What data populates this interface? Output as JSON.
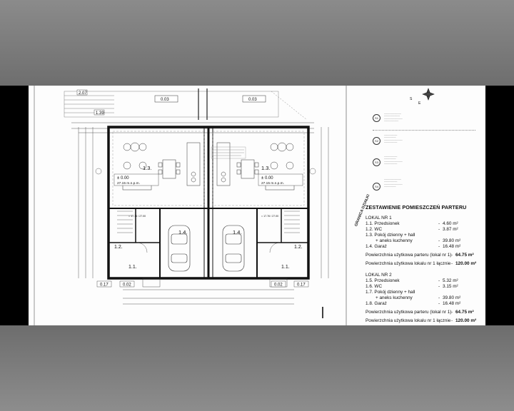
{
  "dimensions": {
    "d207": "2.07",
    "d139": "1.39",
    "d003a": "0.03",
    "d003b": "0.03",
    "d017a": "0.17",
    "d002a": "0.02",
    "d002b": "0.02",
    "d017b": "0.17"
  },
  "rooms": {
    "left_living": "1.3.",
    "right_living": "1.3.",
    "left_garage": "1.4.",
    "right_garage": "1.4.",
    "left_wc": "1.2.",
    "right_wc": "1.2.",
    "left_hall": "1.1.",
    "right_hall": "1.1.",
    "level_left": "± 0.00",
    "level_left_sub": "27.15 m.n.p.m.",
    "level_right": "± 0.00",
    "level_right_sub": "27.15 m.n.p.m.",
    "level_mid_left": "= 17.76 / 27.00",
    "level_mid_right": "= 17.76 / 27.00"
  },
  "legend": {
    "compass_s": "S",
    "compass_e": "E",
    "symbols": [
      "S1",
      "S2",
      "S3",
      "S4"
    ],
    "boundary_label": "GRANICA DZIAŁKI",
    "title": "ZESTAWIENIE POMIESZCZEŃ PARTERU",
    "lokal1": {
      "name": "LOKAL NR 1",
      "rows": [
        {
          "label": "1.1. Przedsionek",
          "value": "4.60 m²"
        },
        {
          "label": "1.2. WC",
          "value": "3.87 m²"
        },
        {
          "label": "1.3. Pokój dzienny + hall",
          "value": ""
        },
        {
          "label": "+ aneks kuchenny",
          "value": "39.80 m²"
        },
        {
          "label": "1.4. Garaż",
          "value": "16.48 m²"
        }
      ],
      "total_label": "Powierzchnia użytkowa parteru (lokal nr 1)",
      "total_value": "64.75 m²",
      "overall_label": "Powierzchnia użytkowa lokalu nr 1 łącznie",
      "overall_value": "120.00 m²"
    },
    "lokal2": {
      "name": "LOKAL NR 2",
      "rows": [
        {
          "label": "1.5. Przedsionek",
          "value": "5.32 m²"
        },
        {
          "label": "1.6. WC",
          "value": "3.15 m²"
        },
        {
          "label": "1.7. Pokój dzienny + hall",
          "value": ""
        },
        {
          "label": "+ aneks kuchenny",
          "value": "39.80 m²"
        },
        {
          "label": "1.8. Garaż",
          "value": "16.48 m²"
        }
      ],
      "total_label": "Powierzchnia użytkowa parteru (lokal nr 1)",
      "total_value": "64.75 m²",
      "overall_label": "Powierzchnia użytkowa lokalu nr 1 łącznie",
      "overall_value": "120.00 m²"
    }
  }
}
